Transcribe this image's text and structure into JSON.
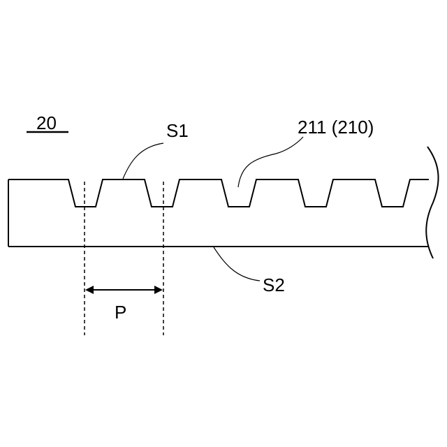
{
  "figure": {
    "reference_numeral": "20",
    "labels": {
      "s1": "S1",
      "s2": "S2",
      "groove": "211 (210)",
      "pitch": "P"
    }
  }
}
